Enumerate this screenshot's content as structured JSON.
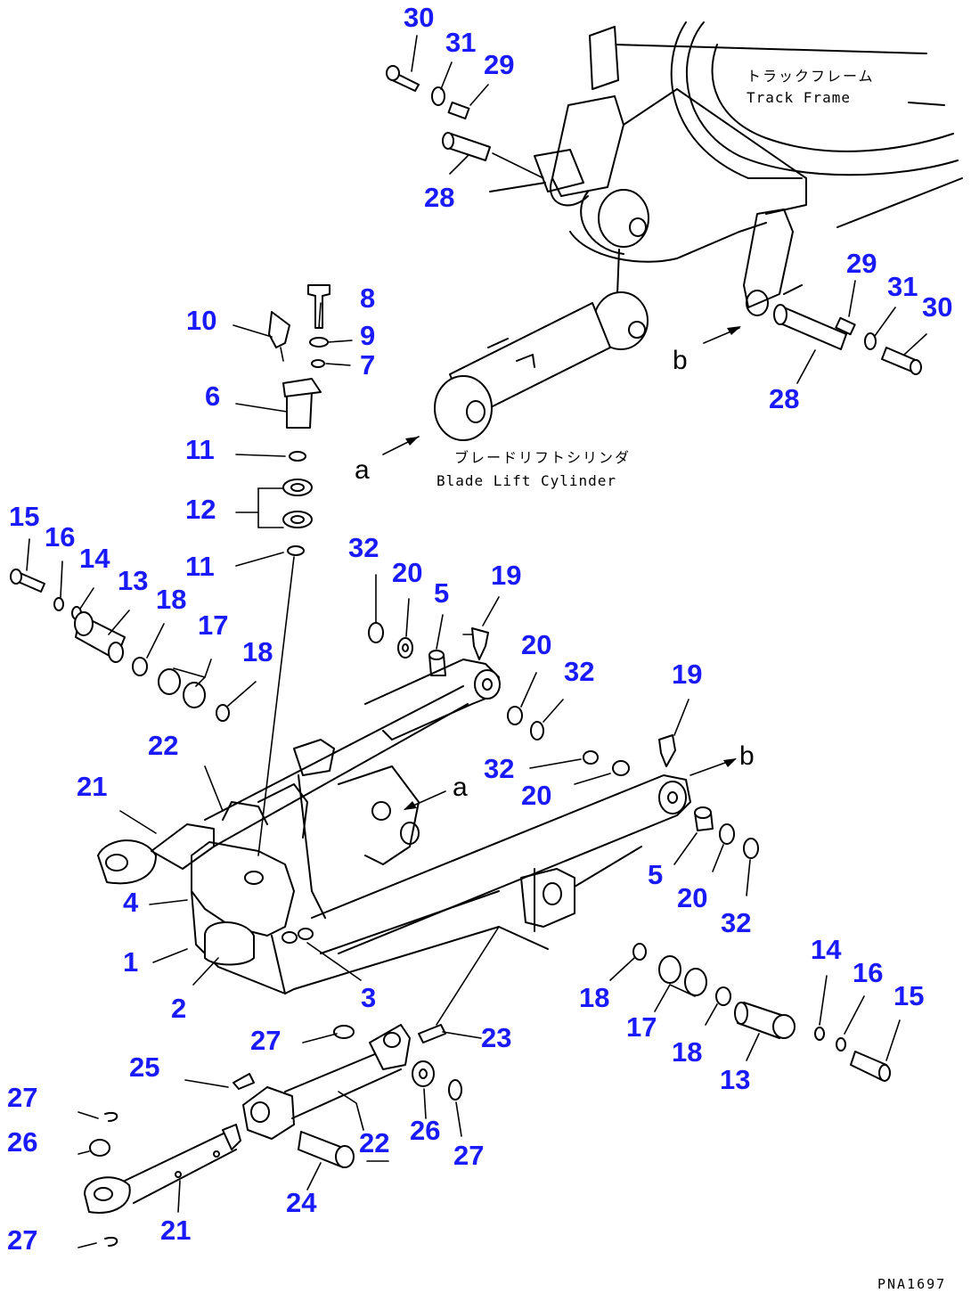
{
  "callouts": [
    {
      "id": "n30a",
      "text": "30"
    },
    {
      "id": "n31a",
      "text": "31"
    },
    {
      "id": "n29a",
      "text": "29"
    },
    {
      "id": "n28a",
      "text": "28"
    },
    {
      "id": "n8",
      "text": "8"
    },
    {
      "id": "n10",
      "text": "10"
    },
    {
      "id": "n9",
      "text": "9"
    },
    {
      "id": "n7",
      "text": "7"
    },
    {
      "id": "n6",
      "text": "6"
    },
    {
      "id": "n11a",
      "text": "11"
    },
    {
      "id": "n12",
      "text": "12"
    },
    {
      "id": "n11b",
      "text": "11"
    },
    {
      "id": "n29b",
      "text": "29"
    },
    {
      "id": "n31b",
      "text": "31"
    },
    {
      "id": "n30b",
      "text": "30"
    },
    {
      "id": "n28b",
      "text": "28"
    },
    {
      "id": "n15a",
      "text": "15"
    },
    {
      "id": "n16a",
      "text": "16"
    },
    {
      "id": "n14a",
      "text": "14"
    },
    {
      "id": "n13a",
      "text": "13"
    },
    {
      "id": "n18a",
      "text": "18"
    },
    {
      "id": "n17a",
      "text": "17"
    },
    {
      "id": "n18b",
      "text": "18"
    },
    {
      "id": "n32a",
      "text": "32"
    },
    {
      "id": "n20a",
      "text": "20"
    },
    {
      "id": "n5a",
      "text": "5"
    },
    {
      "id": "n19a",
      "text": "19"
    },
    {
      "id": "n20b",
      "text": "20"
    },
    {
      "id": "n32b",
      "text": "32"
    },
    {
      "id": "n19b",
      "text": "19"
    },
    {
      "id": "n22a",
      "text": "22"
    },
    {
      "id": "n21a",
      "text": "21"
    },
    {
      "id": "n32c",
      "text": "32"
    },
    {
      "id": "n20c",
      "text": "20"
    },
    {
      "id": "n5b",
      "text": "5"
    },
    {
      "id": "n20d",
      "text": "20"
    },
    {
      "id": "n32d",
      "text": "32"
    },
    {
      "id": "n4",
      "text": "4"
    },
    {
      "id": "n1",
      "text": "1"
    },
    {
      "id": "n2",
      "text": "2"
    },
    {
      "id": "n3",
      "text": "3"
    },
    {
      "id": "n18c",
      "text": "18"
    },
    {
      "id": "n17b",
      "text": "17"
    },
    {
      "id": "n18d",
      "text": "18"
    },
    {
      "id": "n13b",
      "text": "13"
    },
    {
      "id": "n14b",
      "text": "14"
    },
    {
      "id": "n16b",
      "text": "16"
    },
    {
      "id": "n15b",
      "text": "15"
    },
    {
      "id": "n27a",
      "text": "27"
    },
    {
      "id": "n23",
      "text": "23"
    },
    {
      "id": "n25",
      "text": "25"
    },
    {
      "id": "n27b",
      "text": "27"
    },
    {
      "id": "n26a",
      "text": "26"
    },
    {
      "id": "n26b",
      "text": "26"
    },
    {
      "id": "n22b",
      "text": "22"
    },
    {
      "id": "n27c",
      "text": "27"
    },
    {
      "id": "n24",
      "text": "24"
    },
    {
      "id": "n21b",
      "text": "21"
    },
    {
      "id": "n27d",
      "text": "27"
    }
  ],
  "letters": {
    "a_top": "a",
    "a_mid": "a",
    "b_top": "b",
    "b_right": "b"
  },
  "labels": {
    "track_frame_jp": "トラックフレーム",
    "track_frame_en": "Track Frame",
    "blade_lift_jp": "ブレードリフトシリンダ",
    "blade_lift_en": "Blade Lift Cylinder",
    "drawing_code": "PNA1697"
  },
  "colors": {
    "callout": "#1a1aff",
    "line": "#000000",
    "background": "#ffffff"
  }
}
